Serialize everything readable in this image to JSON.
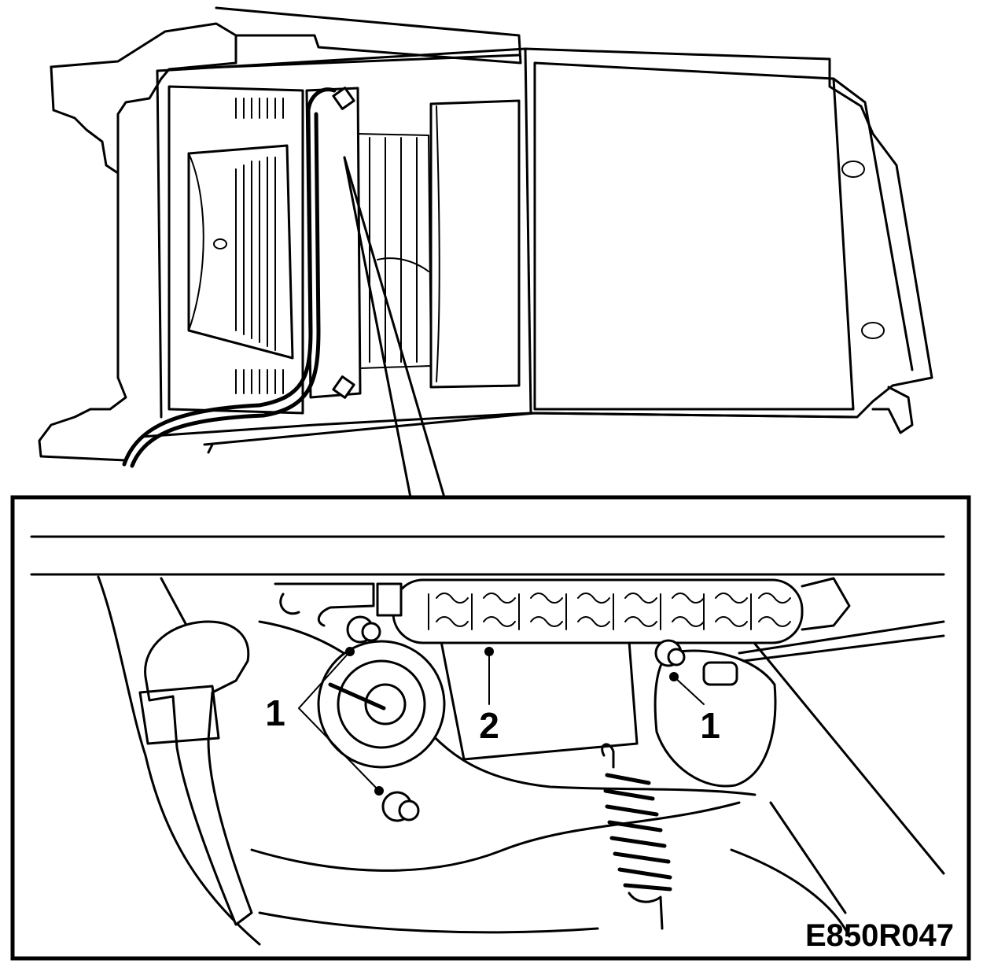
{
  "diagram": {
    "reference_code": "E850R047",
    "callouts": {
      "left_one": "1",
      "middle_two": "2",
      "right_one": "1"
    }
  }
}
